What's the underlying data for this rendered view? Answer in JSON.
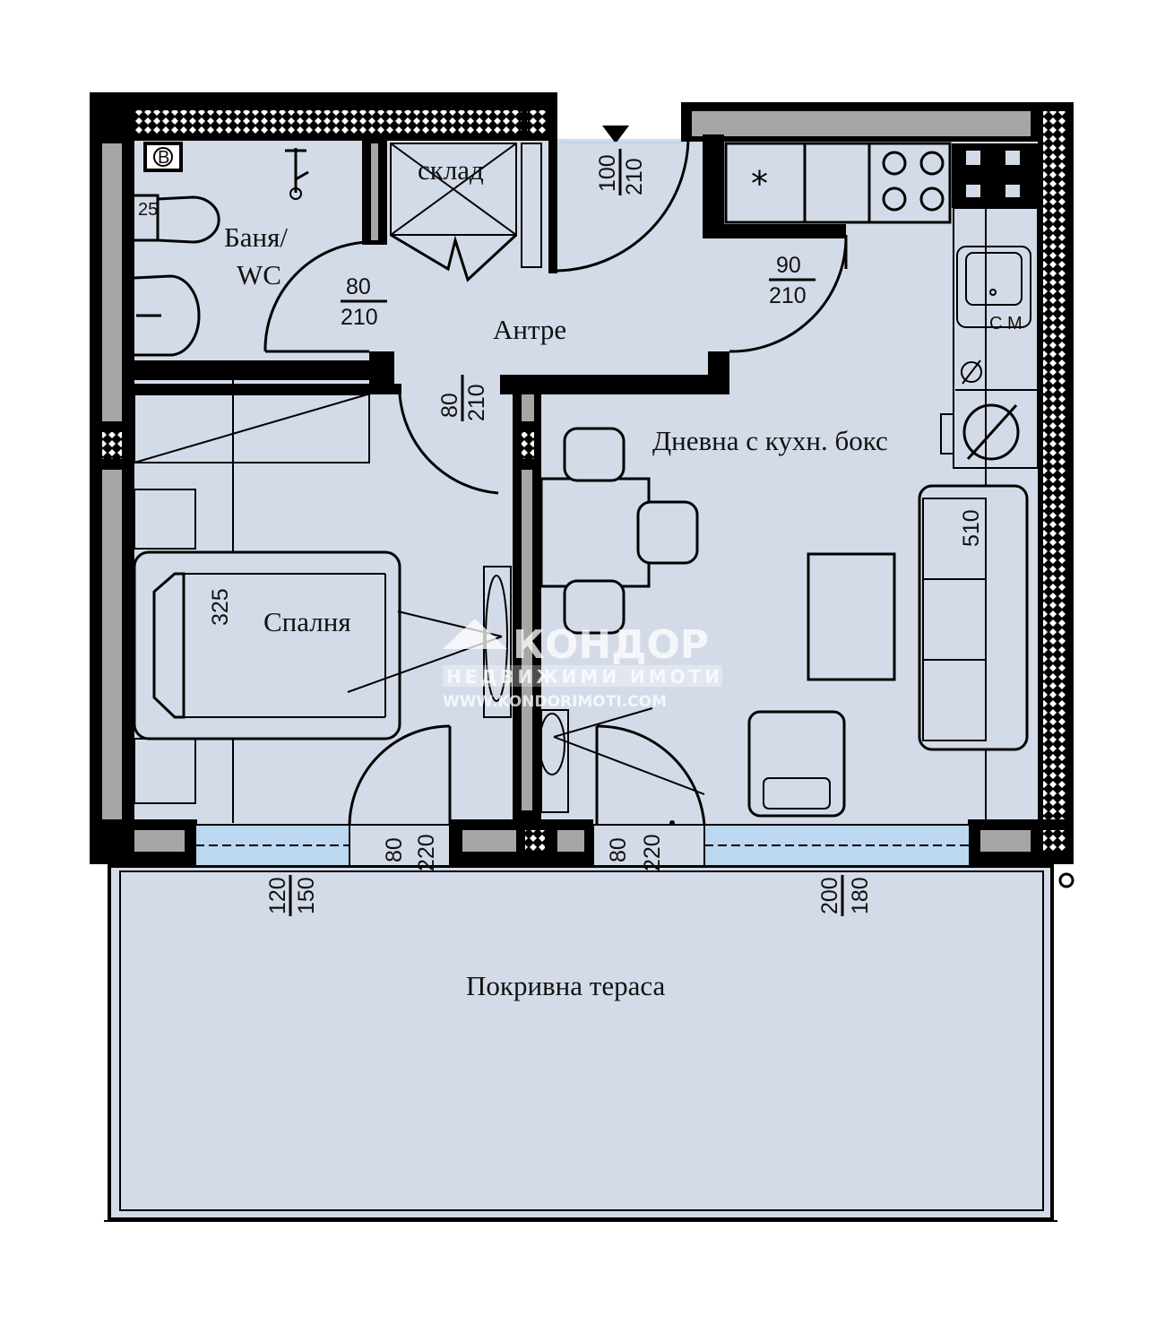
{
  "colors": {
    "floor": "#d4dbe8",
    "wall": "#000000",
    "wall_core": "#a6a6a6",
    "glass": "#bcd7f0",
    "background": "#ffffff"
  },
  "rooms": {
    "bathroom": "Баня/",
    "bathroom_2": "WC",
    "storage": "склад",
    "hall": "Антре",
    "living": "Дневна с кухн. бокс",
    "bedroom": "Спалня",
    "terrace": "Покривна тераса"
  },
  "dimensions": {
    "bath_door_w": "80",
    "bath_door_h": "210",
    "entry_door_w": "100",
    "entry_door_h": "210",
    "living_door_w": "90",
    "living_door_h": "210",
    "bed_door_w": "80",
    "bed_door_h": "210",
    "bed_height": "325",
    "living_height": "510",
    "bed_balcony_w": "80",
    "bed_balcony_h": "220",
    "living_balcony_w": "80",
    "living_balcony_h": "220",
    "bed_window_w": "120",
    "bed_window_h": "150",
    "living_window_w": "200",
    "living_window_h": "180",
    "wc_label": "25",
    "boiler_label": "B",
    "appliance_label": "C M"
  },
  "watermark": {
    "brand": "КОНДОР",
    "tagline": "НЕДВИЖИМИ ИМОТИ",
    "url": "WWW.KONDORIMOTI.COM"
  }
}
